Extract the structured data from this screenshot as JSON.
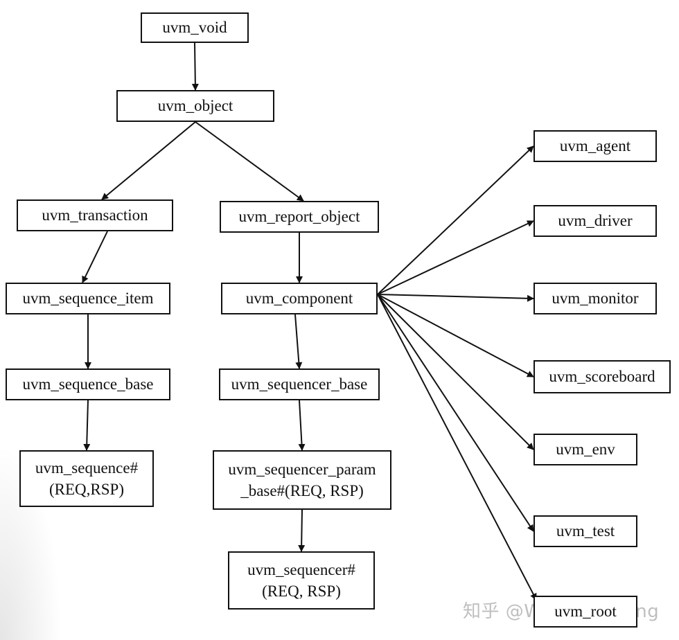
{
  "nodes": [
    {
      "id": "uvm_void",
      "label": "uvm_void"
    },
    {
      "id": "uvm_object",
      "label": "uvm_object"
    },
    {
      "id": "uvm_transaction",
      "label": "uvm_transaction"
    },
    {
      "id": "uvm_report_object",
      "label": "uvm_report_object"
    },
    {
      "id": "uvm_sequence_item",
      "label": "uvm_sequence_item"
    },
    {
      "id": "uvm_component",
      "label": "uvm_component"
    },
    {
      "id": "uvm_sequence_base",
      "label": "uvm_sequence_base"
    },
    {
      "id": "uvm_sequencer_base",
      "label": "uvm_sequencer_base"
    },
    {
      "id": "uvm_sequence",
      "label": "uvm_sequence#\n(REQ,RSP)"
    },
    {
      "id": "uvm_sequencer_param_base",
      "label": "uvm_sequencer_param\n_base#(REQ, RSP)"
    },
    {
      "id": "uvm_sequencer",
      "label": "uvm_sequencer#\n(REQ, RSP)"
    },
    {
      "id": "uvm_agent",
      "label": "uvm_agent"
    },
    {
      "id": "uvm_driver",
      "label": "uvm_driver"
    },
    {
      "id": "uvm_monitor",
      "label": "uvm_monitor"
    },
    {
      "id": "uvm_scoreboard",
      "label": "uvm_scoreboard"
    },
    {
      "id": "uvm_env",
      "label": "uvm_env"
    },
    {
      "id": "uvm_test",
      "label": "uvm_test"
    },
    {
      "id": "uvm_root",
      "label": "uvm_root"
    }
  ],
  "edges": [
    {
      "from": "uvm_void",
      "to": "uvm_object"
    },
    {
      "from": "uvm_object",
      "to": "uvm_transaction"
    },
    {
      "from": "uvm_object",
      "to": "uvm_report_object"
    },
    {
      "from": "uvm_transaction",
      "to": "uvm_sequence_item"
    },
    {
      "from": "uvm_sequence_item",
      "to": "uvm_sequence_base"
    },
    {
      "from": "uvm_sequence_base",
      "to": "uvm_sequence"
    },
    {
      "from": "uvm_report_object",
      "to": "uvm_component"
    },
    {
      "from": "uvm_component",
      "to": "uvm_sequencer_base"
    },
    {
      "from": "uvm_sequencer_base",
      "to": "uvm_sequencer_param_base"
    },
    {
      "from": "uvm_sequencer_param_base",
      "to": "uvm_sequencer"
    },
    {
      "from": "uvm_component",
      "to": "uvm_agent"
    },
    {
      "from": "uvm_component",
      "to": "uvm_driver"
    },
    {
      "from": "uvm_component",
      "to": "uvm_monitor"
    },
    {
      "from": "uvm_component",
      "to": "uvm_scoreboard"
    },
    {
      "from": "uvm_component",
      "to": "uvm_env"
    },
    {
      "from": "uvm_component",
      "to": "uvm_test"
    },
    {
      "from": "uvm_component",
      "to": "uvm_root"
    }
  ],
  "watermark": "知乎 @William Huang"
}
